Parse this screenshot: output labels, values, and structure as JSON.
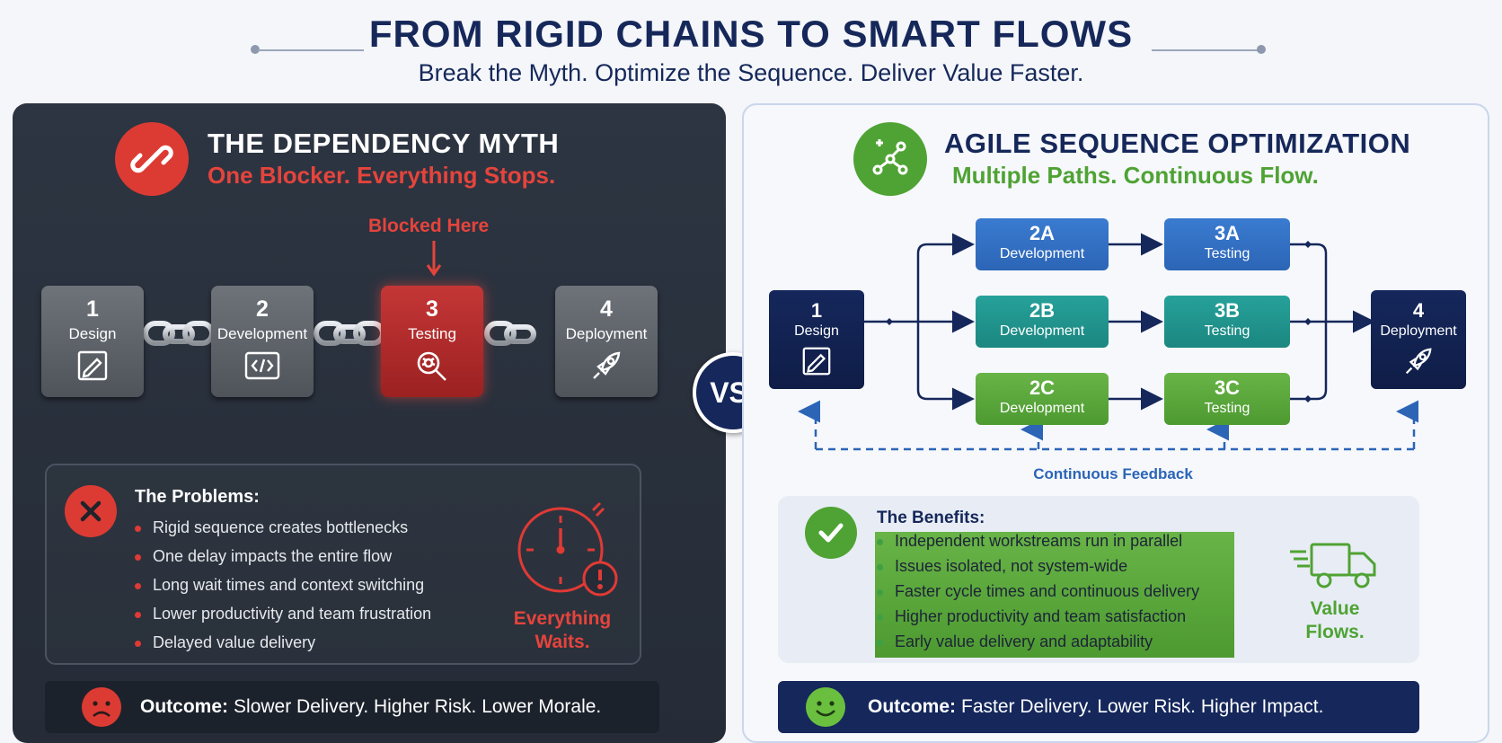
{
  "header": {
    "title": "FROM RIGID CHAINS TO SMART FLOWS",
    "subtitle": "Break the Myth. Optimize the Sequence. Deliver Value Faster."
  },
  "left": {
    "title": "THE DEPENDENCY MYTH",
    "subtitle": "One Blocker. Everything Stops.",
    "blocked_label": "Blocked Here",
    "steps": [
      {
        "num": "1",
        "label": "Design",
        "icon": "pencil-icon"
      },
      {
        "num": "2",
        "label": "Development",
        "icon": "code-icon"
      },
      {
        "num": "3",
        "label": "Testing",
        "icon": "bug-magnifier-icon"
      },
      {
        "num": "4",
        "label": "Deployment",
        "icon": "rocket-icon"
      }
    ],
    "problems_title": "The Problems:",
    "problems": [
      "Rigid sequence creates bottlenecks",
      "One delay impacts the entire flow",
      "Long wait times and context switching",
      "Lower productivity and team frustration",
      "Delayed value delivery"
    ],
    "waits_line1": "Everything",
    "waits_line2": "Waits.",
    "outcome_label": "Outcome:",
    "outcome_text": "Slower Delivery. Higher Risk. Lower Morale."
  },
  "vs": "VS.",
  "right": {
    "title": "AGILE SEQUENCE OPTIMIZATION",
    "subtitle": "Multiple Paths. Continuous Flow.",
    "start": {
      "num": "1",
      "label": "Design"
    },
    "end": {
      "num": "4",
      "label": "Deployment"
    },
    "dev": [
      {
        "num": "2A",
        "label": "Development"
      },
      {
        "num": "2B",
        "label": "Development"
      },
      {
        "num": "2C",
        "label": "Development"
      }
    ],
    "test": [
      {
        "num": "3A",
        "label": "Testing"
      },
      {
        "num": "3B",
        "label": "Testing"
      },
      {
        "num": "3C",
        "label": "Testing"
      }
    ],
    "feedback_label": "Continuous Feedback",
    "benefits_title": "The Benefits:",
    "benefits": [
      "Independent workstreams run in parallel",
      "Issues isolated, not system-wide",
      "Faster cycle times and continuous delivery",
      "Higher productivity and team satisfaction",
      "Early value delivery and adaptability"
    ],
    "value_line1": "Value",
    "value_line2": "Flows.",
    "outcome_label": "Outcome:",
    "outcome_text": "Faster Delivery. Lower Risk. Higher Impact."
  },
  "colors": {
    "navy": "#16285a",
    "red": "#e03a35",
    "green": "#4fa334",
    "blue": "#2c65b6",
    "teal": "#1b8780"
  }
}
